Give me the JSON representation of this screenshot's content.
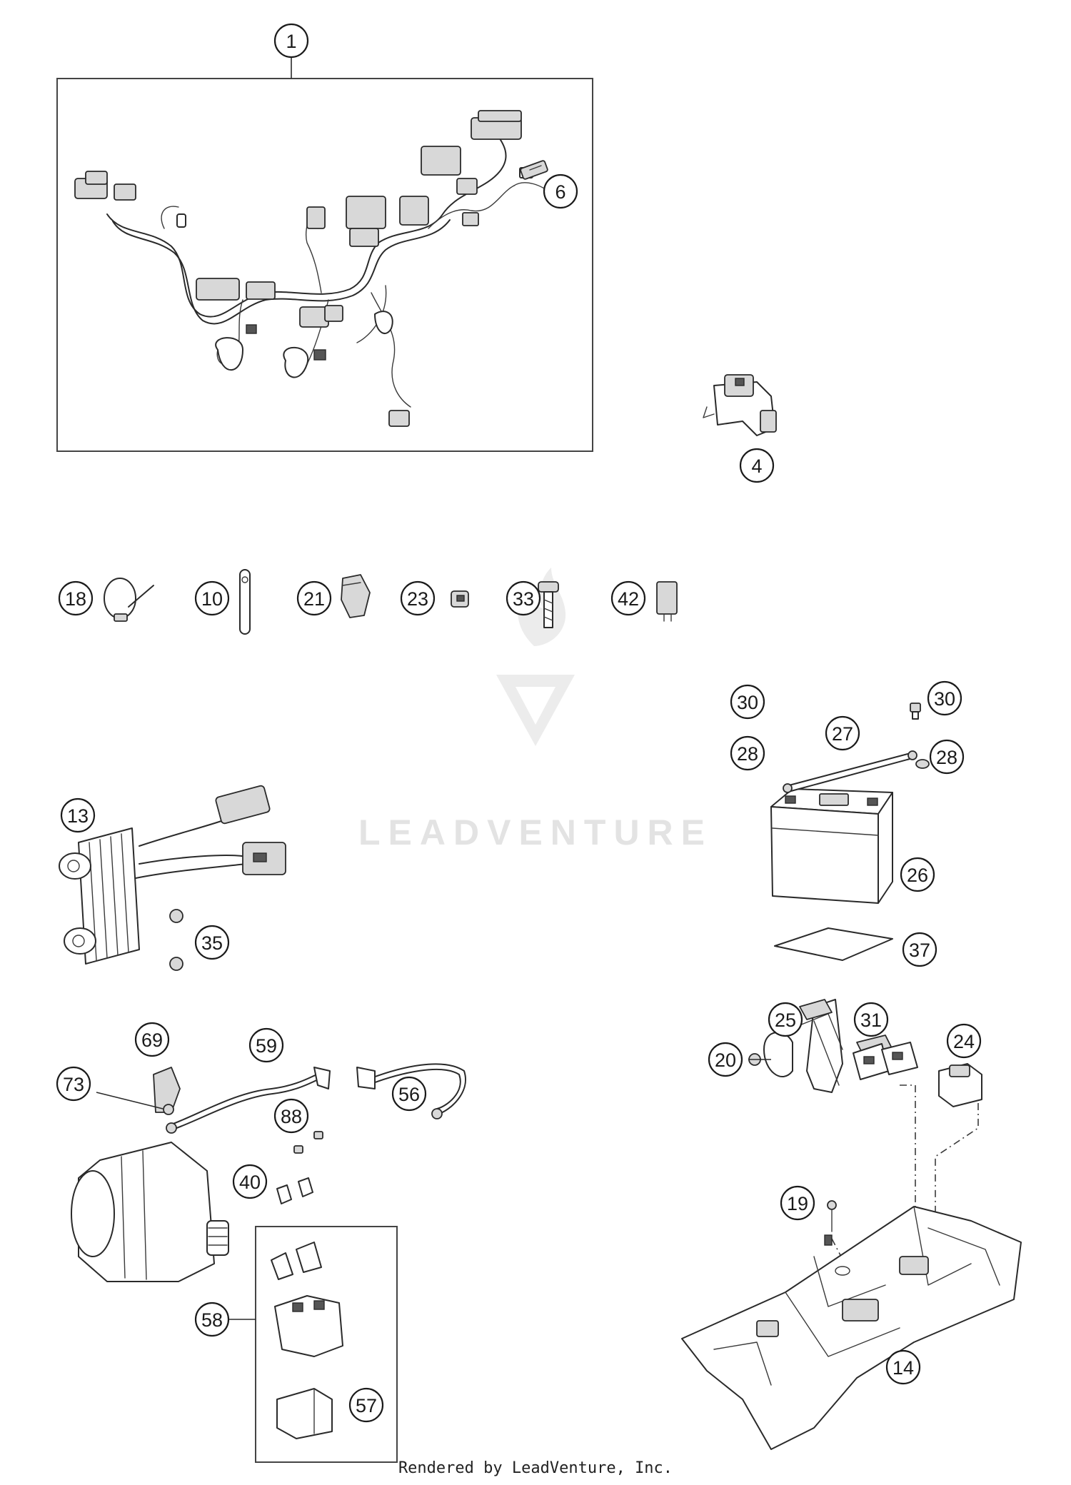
{
  "callouts": [
    {
      "number": "1"
    },
    {
      "number": "4"
    },
    {
      "number": "6"
    },
    {
      "number": "10"
    },
    {
      "number": "13"
    },
    {
      "number": "14"
    },
    {
      "number": "18"
    },
    {
      "number": "19"
    },
    {
      "number": "20"
    },
    {
      "number": "21"
    },
    {
      "number": "23"
    },
    {
      "number": "24"
    },
    {
      "number": "25"
    },
    {
      "number": "26"
    },
    {
      "number": "27"
    },
    {
      "number": "28"
    },
    {
      "number": "28"
    },
    {
      "number": "30"
    },
    {
      "number": "30"
    },
    {
      "number": "31"
    },
    {
      "number": "33"
    },
    {
      "number": "35"
    },
    {
      "number": "37"
    },
    {
      "number": "40"
    },
    {
      "number": "42"
    },
    {
      "number": "56"
    },
    {
      "number": "57"
    },
    {
      "number": "58"
    },
    {
      "number": "59"
    },
    {
      "number": "69"
    },
    {
      "number": "73"
    },
    {
      "number": "88"
    }
  ],
  "watermark": {
    "text": "LEADVENTURE"
  },
  "footer": {
    "credit": "Rendered by LeadVenture, Inc."
  }
}
